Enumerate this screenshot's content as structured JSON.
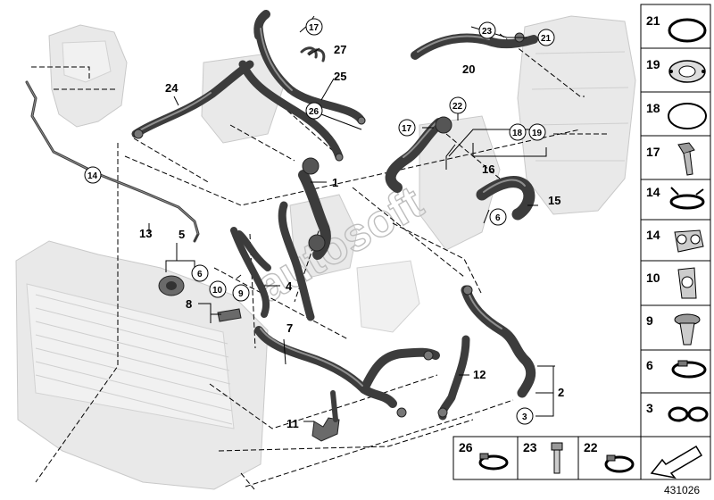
{
  "watermark": "autosoft",
  "diagram_number": "431026",
  "callouts": {
    "n1": "1",
    "n2": "2",
    "n3": "3",
    "n4": "4",
    "n5": "5",
    "n6a": "6",
    "n6b": "6",
    "n7": "7",
    "n8": "8",
    "n9": "9",
    "n10": "10",
    "n11": "11",
    "n12": "12",
    "n13": "13",
    "n14": "14",
    "n15": "15",
    "n16": "16",
    "n17a": "17",
    "n17b": "17",
    "n18": "18",
    "n19": "19",
    "n20": "20",
    "n21": "21",
    "n22": "22",
    "n23": "23",
    "n24": "24",
    "n25": "25",
    "n26": "26",
    "n27": "27"
  },
  "legend": {
    "r21": "21",
    "r19": "19",
    "r18": "18",
    "r17": "17",
    "r14a": "14",
    "r14b": "14",
    "r10": "10",
    "r9": "9",
    "r6": "6",
    "r3": "3"
  },
  "bottom_legend": {
    "b26": "26",
    "b23": "23",
    "b22": "22"
  },
  "icons": {
    "r21": "o-ring-seal",
    "r19": "flange-gasket",
    "r18": "sealing-ring",
    "r17": "hex-bolt",
    "r14a": "spring-band-clamp",
    "r14b": "double-clip",
    "r10": "hose-clip",
    "r9": "expanding-rivet",
    "r6": "hose-clamp",
    "r3": "twin-clamp",
    "b26": "hose-clamp",
    "b23": "hex-bolt",
    "b22": "hose-clamp",
    "nav": "arrow-down-left"
  }
}
